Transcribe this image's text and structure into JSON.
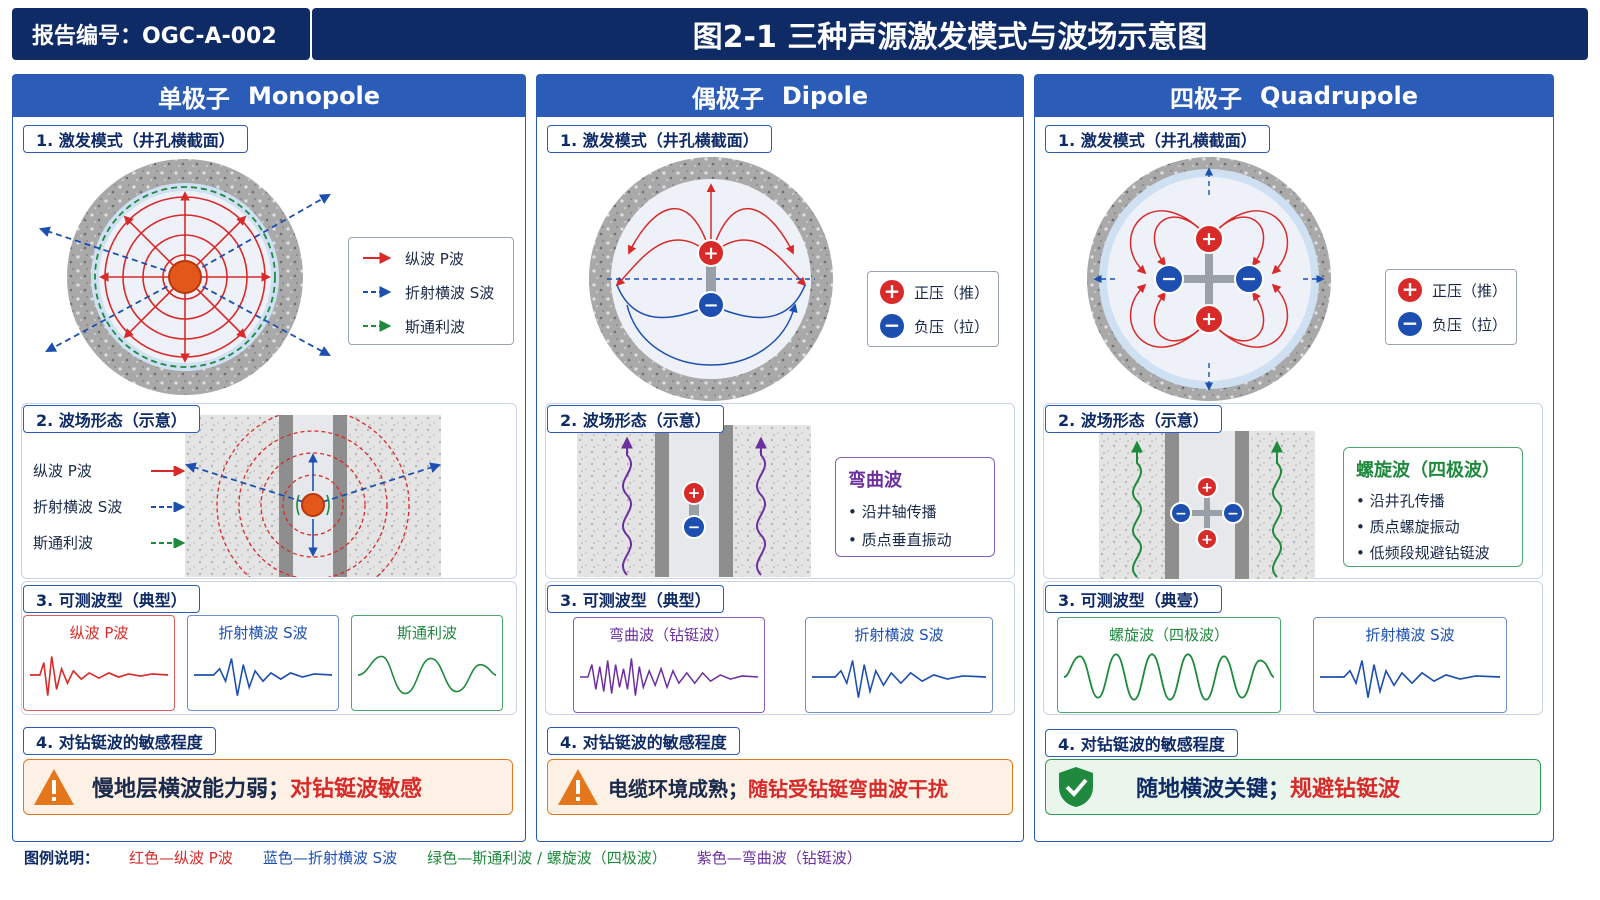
{
  "header": {
    "report_id": "报告编号：OGC-A-002",
    "title": "图2-1 三种声源激发模式与波场示意图"
  },
  "sections": {
    "s1": "1. 激发模式（井孔横截面）",
    "s2": "2. 波场形态（示意）",
    "s3": "3. 可测波型（典型）",
    "s3q": "3. 可测波型（典壹）",
    "s4": "4. 对钻铤波的敏感程度"
  },
  "monopole": {
    "name_cn": "单极子",
    "name_en": "Monopole",
    "legend": [
      "纵波 P波",
      "折射横波 S波",
      "斯通利波"
    ],
    "side_labels": [
      "纵波 P波",
      "折射横波 S波",
      "斯通利波"
    ],
    "waves": [
      "纵波 P波",
      "折射横波 S波",
      "斯通利波"
    ],
    "alert_normal": "慢地层横波能力弱；",
    "alert_strong": "对钻铤波敏感"
  },
  "dipole": {
    "name_cn": "偶极子",
    "name_en": "Dipole",
    "legend": [
      "正压（推）",
      "负压（拉）"
    ],
    "info_title": "弯曲波",
    "info_items": [
      "• 沿井轴传播",
      "• 质点垂直振动"
    ],
    "waves": [
      "弯曲波（钻铤波）",
      "折射横波 S波"
    ],
    "alert_normal": "电缆环境成熟；",
    "alert_strong": "随钻受钻铤弯曲波干扰"
  },
  "quadrupole": {
    "name_cn": "四极子",
    "name_en": "Quadrupole",
    "legend": [
      "正压（推）",
      "负压（拉）"
    ],
    "info_title": "螺旋波（四极波）",
    "info_items": [
      "• 沿井孔传播",
      "• 质点螺旋振动",
      "• 低频段规避钻铤波"
    ],
    "waves": [
      "螺旋波（四极波）",
      "折射横波 S波"
    ],
    "alert_normal": "随地横波关键；",
    "alert_strong": "规避钻铤波"
  },
  "footer": {
    "label": "图例说明：",
    "items": [
      {
        "color": "红色",
        "sep": "—",
        "text": "纵波 P波"
      },
      {
        "color": "蓝色",
        "sep": "—",
        "text": "折射横波 S波"
      },
      {
        "color": "绿色",
        "sep": "—",
        "text": "斯通利波 / 螺旋波（四极波）"
      },
      {
        "color": "紫色",
        "sep": "—",
        "text": "弯曲波（钻铤波）"
      }
    ]
  },
  "colors": {
    "red": "#d92a2a",
    "blue": "#1c4fb0",
    "green": "#1f8a3e",
    "purple": "#6b2fa0",
    "navy": "#0f2b66",
    "orange": "#e4761b"
  },
  "icons": {
    "plus": "+",
    "minus": "−"
  }
}
